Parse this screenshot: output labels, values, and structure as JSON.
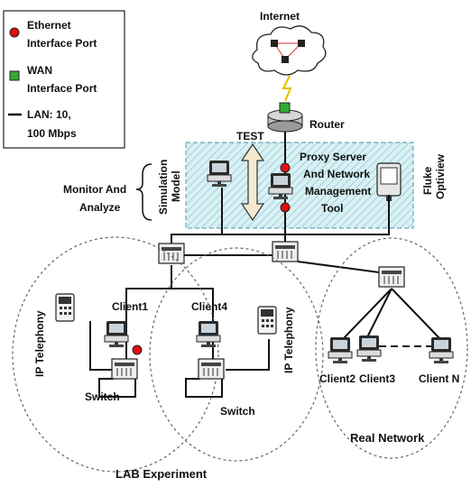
{
  "legend": {
    "ethernet_label_1": "Ethernet",
    "ethernet_label_2": "Interface Port",
    "wan_label_1": "WAN",
    "wan_label_2": "Interface Port",
    "lan_label_1": "LAN: 10,",
    "lan_label_2": "100 Mbps"
  },
  "labels": {
    "internet": "Internet",
    "router": "Router",
    "test": "TEST",
    "simulation_model_1": "Simulation",
    "simulation_model_2": "Model",
    "proxy_1": "Proxy Server",
    "proxy_2": "And Network",
    "proxy_3": "Management",
    "proxy_4": "Tool",
    "fluke_1": "Fluke",
    "fluke_2": "Optiview",
    "monitor_1": "Monitor And",
    "monitor_2": "Analyze",
    "client1": "Client1",
    "client4": "Client4",
    "ip_telephony_left": "IP Telephony",
    "ip_telephony_right": "IP Telephony",
    "switch_left": "Switch",
    "switch_right": "Switch",
    "client2": "Client2",
    "client3": "Client3",
    "clientn": "Client N",
    "real_network": "Real Network",
    "lab_experiment": "LAB Experiment"
  },
  "colors": {
    "ethernet_port": "#e01010",
    "wan_port": "#33aa33",
    "mgmt_zone": "#cfeaf0",
    "test_arrow": "#f3ead0"
  }
}
